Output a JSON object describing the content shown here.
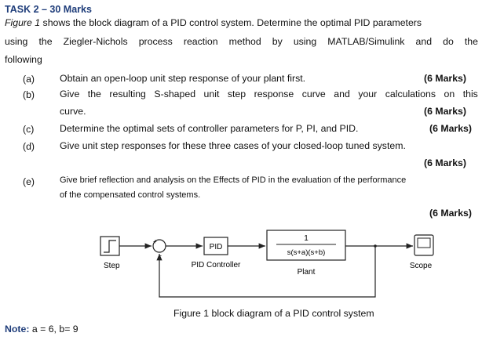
{
  "task": {
    "title": "TASK 2 – 30 Marks"
  },
  "intro": {
    "fig_ref": "Figure 1",
    "line1_rest": " shows the block diagram of a PID control system. Determine the optimal PID parameters",
    "line2_words": [
      "using",
      "the",
      "Ziegler-Nichols",
      "process",
      "reaction",
      "method",
      "by",
      "using",
      "MATLAB/Simulink",
      "and",
      "do",
      "the"
    ],
    "line3": "following"
  },
  "items": [
    {
      "label": "(a)",
      "text": "Obtain an open-loop unit step response of your plant first.",
      "marks": "(6 Marks)"
    },
    {
      "label": "(b)",
      "text_words": [
        "Give",
        "the",
        "resulting",
        "S-shaped",
        "unit",
        "step",
        "response",
        "curve",
        "and",
        "your",
        "calculations",
        "on",
        "this"
      ],
      "text2": "curve.",
      "marks": "(6 Marks)"
    },
    {
      "label": "(c)",
      "text": "Determine the optimal sets of controller parameters for P, PI, and PID.",
      "marks": "(6 Marks)"
    },
    {
      "label": "(d)",
      "text": "Give unit step responses for these three cases of your closed-loop tuned system.",
      "marks": "(6 Marks)"
    },
    {
      "label": "(e)",
      "text": "Give brief reflection and analysis on the Effects of PID in the evaluation of the performance",
      "text2": "of the compensated control systems.",
      "marks": "(6 Marks)"
    }
  ],
  "diagram": {
    "step_label": "Step",
    "pid_block": "PID",
    "pid_label": "PID Controller",
    "plant_num": "1",
    "plant_den": "s(s+a)(s+b)",
    "plant_label": "Plant",
    "scope_label": "Scope",
    "caption": "Figure 1 block diagram of a PID control system"
  },
  "note": {
    "label": "Note:",
    "text": " a = 6, b= 9"
  }
}
